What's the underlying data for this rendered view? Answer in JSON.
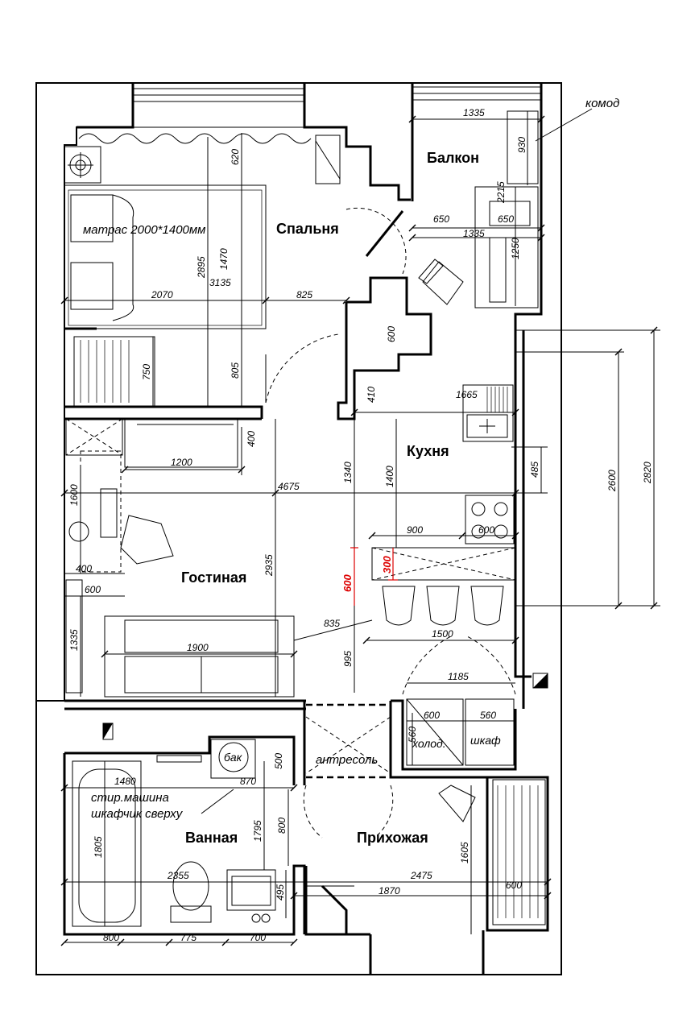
{
  "rooms": {
    "bedroom": "Спальня",
    "balcony": "Балкон",
    "kitchen": "Кухня",
    "living": "Гостиная",
    "bathroom": "Ванная",
    "hallway": "Прихожая"
  },
  "labels": {
    "dresser": "комод",
    "mattress": "матрас 2000*1400мм",
    "tank": "бак",
    "mezzanine": "антресоль",
    "washer": "стир.машина",
    "cabinet_above": "шкафчик сверху",
    "fridge": "холод.",
    "wardrobe": "шкаф"
  },
  "dimensions": {
    "d_1335a": "1335",
    "d_930": "930",
    "d_2215": "2215",
    "d_650a": "650",
    "d_650b": "650",
    "d_1335b": "1335",
    "d_1250": "1250",
    "d_620": "620",
    "d_2895": "2895",
    "d_1470": "1470",
    "d_3135": "3135",
    "d_2070": "2070",
    "d_825": "825",
    "d_600a": "600",
    "d_750": "750",
    "d_805": "805",
    "d_410": "410",
    "d_1665": "1665",
    "d_400a": "400",
    "d_1200": "1200",
    "d_1600": "1600",
    "d_4675": "4675",
    "d_1340": "1340",
    "d_1400": "1400",
    "d_485": "485",
    "d_2600": "2600",
    "d_2820": "2820",
    "d_900": "900",
    "d_600b": "600",
    "d_400b": "400",
    "d_600c": "600",
    "d_2935": "2935",
    "d_600red": "600",
    "d_300red": "300",
    "d_1335c": "1335",
    "d_835": "835",
    "d_1900": "1900",
    "d_995": "995",
    "d_1500": "1500",
    "d_1185": "1185",
    "d_600d": "600",
    "d_560a": "560",
    "d_560b": "560",
    "d_500": "500",
    "d_1480": "1480",
    "d_870": "870",
    "d_1805": "1805",
    "d_1795": "1795",
    "d_800a": "800",
    "d_1605": "1605",
    "d_2475": "2475",
    "d_2355": "2355",
    "d_495": "495",
    "d_1870": "1870",
    "d_600e": "600",
    "d_800b": "800",
    "d_775": "775",
    "d_700": "700"
  }
}
